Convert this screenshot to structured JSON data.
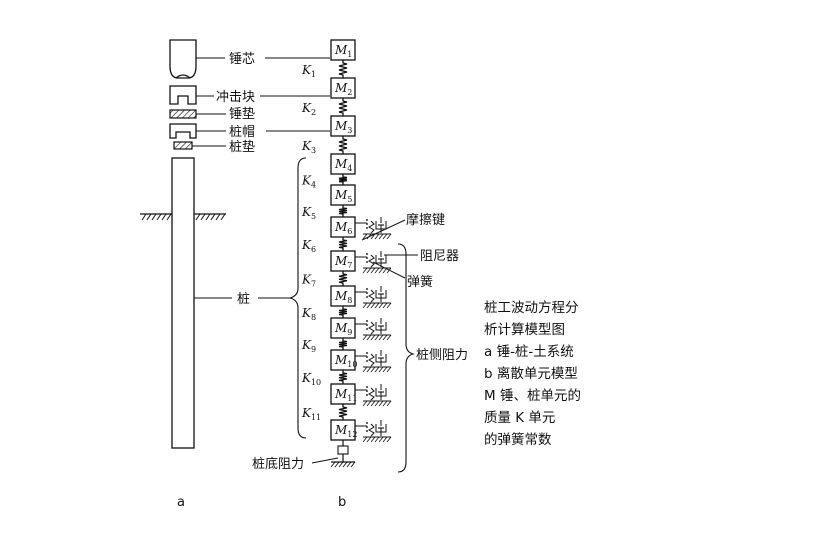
{
  "diagram": {
    "parts_a": [
      "锤芯",
      "冲击块",
      "锤垫",
      "桩帽",
      "桩垫",
      "桩"
    ],
    "elements_b": [
      "1",
      "2",
      "3",
      "4",
      "5",
      "6",
      "7",
      "8",
      "9",
      "10",
      "11",
      "12"
    ],
    "springs_b": [
      "1",
      "2",
      "3",
      "4",
      "5",
      "6",
      "7",
      "8",
      "9",
      "10",
      "11"
    ],
    "mass_symbol": "M",
    "spring_symbol": "K",
    "friction_key": "摩擦键",
    "damper": "阻尼器",
    "spring": "弹簧",
    "side_resistance": "桩侧阻力",
    "base_resistance": "桩底阻力",
    "label_a": "a",
    "label_b": "b",
    "caption": [
      "桩工波动方程分",
      "析计算模型图",
      "a 锤-桩-土系统",
      "b 离散单元模型",
      "M  锤、桩单元的",
      "质量  K 单元",
      "的弹簧常数"
    ]
  }
}
